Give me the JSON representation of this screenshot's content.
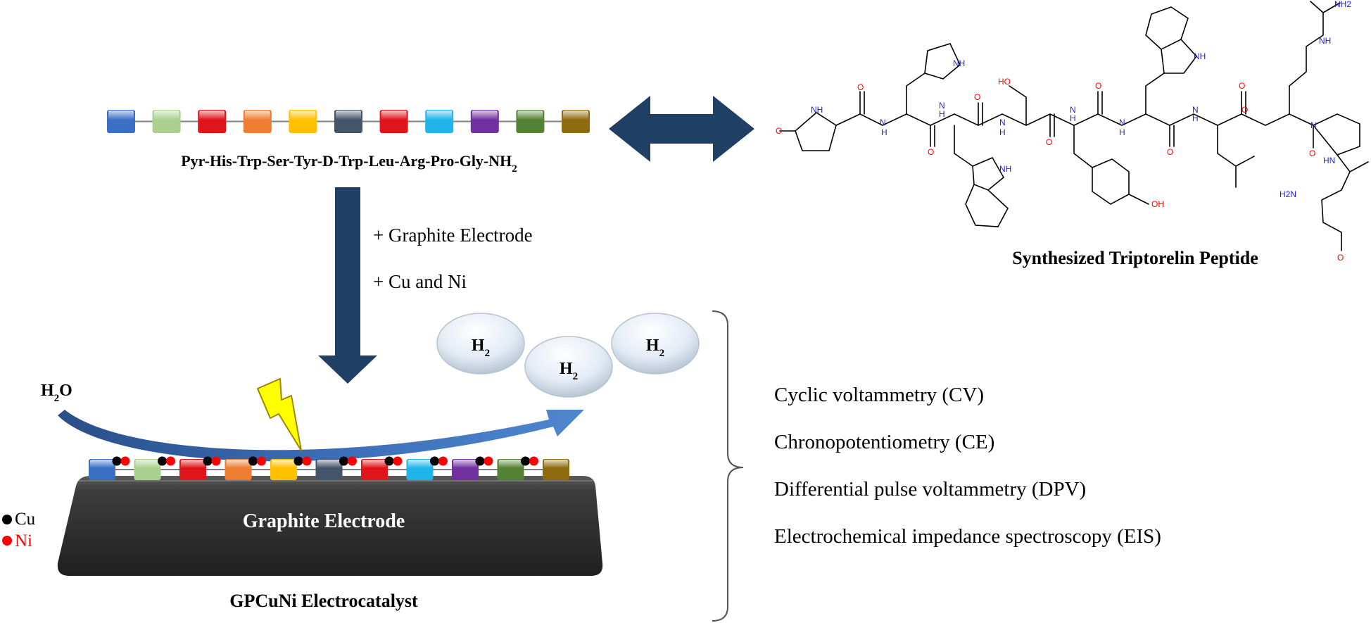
{
  "chart_data": {
    "type": "diagram",
    "peptide_sequence": {
      "prefix": "Pyr-His-Trp-Ser-Tyr-D-Trp-Leu-Arg-Pro-Gly-NH",
      "subscript": "2",
      "residue_colors": [
        "#3a6fc4",
        "#a9d08e",
        "#e0141b",
        "#ed7d31",
        "#ffc000",
        "#44546a",
        "#e0141b",
        "#1fb5e8",
        "#7030a0",
        "#548235",
        "#8f6b0f"
      ]
    },
    "process": {
      "step1": "+ Graphite Electrode",
      "step2": "+ Cu and Ni"
    },
    "structure": {
      "title": "Synthesized Triptorelin Peptide",
      "atoms": [
        "O",
        "NH",
        "O",
        "N",
        "H",
        "NH",
        "N",
        "H",
        "O",
        "HO",
        "O",
        "N",
        "H",
        "O",
        "N",
        "H",
        "NH",
        "O",
        "N",
        "H",
        "O",
        "N",
        "H",
        "O",
        "O",
        "N",
        "NH",
        "O",
        "OH",
        "HN",
        "NH2",
        "NH",
        "H2N",
        "O"
      ]
    },
    "electrode": {
      "label": "Graphite Electrode",
      "caption": "GPCuNi Electrocatalyst",
      "water": {
        "text": "H",
        "sub": "2",
        "tail": "O"
      },
      "gas": [
        {
          "text": "H",
          "sub": "2"
        },
        {
          "text": "H",
          "sub": "2"
        },
        {
          "text": "H",
          "sub": "2"
        }
      ],
      "legend": [
        {
          "label": "Cu",
          "color": "#000000"
        },
        {
          "label": "Ni",
          "color": "#ff0000"
        }
      ]
    },
    "techniques": [
      "Cyclic voltammetry (CV)",
      "Chronopotentiometry (CE)",
      "Differential pulse voltammetry (DPV)",
      "Electrochemical impedance spectroscopy (EIS)"
    ]
  }
}
